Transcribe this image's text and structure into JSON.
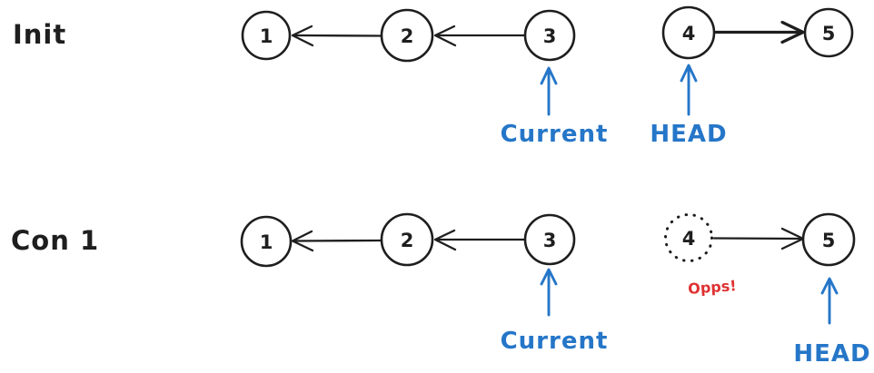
{
  "diagram_title": "linked-list-reversal-states",
  "colors": {
    "ink": "#1e1e1e",
    "pointer_blue": "#2576c8",
    "error_red": "#e03131",
    "background": "#ffffff"
  },
  "rows": [
    {
      "label": "Init",
      "nodes": [
        {
          "value": "1",
          "style": "solid"
        },
        {
          "value": "2",
          "style": "solid"
        },
        {
          "value": "3",
          "style": "solid"
        },
        {
          "value": "4",
          "style": "solid"
        },
        {
          "value": "5",
          "style": "solid"
        }
      ],
      "links": [
        {
          "from": "2",
          "to": "1",
          "direction": "left"
        },
        {
          "from": "3",
          "to": "2",
          "direction": "left"
        },
        {
          "from": "4",
          "to": "5",
          "direction": "right"
        }
      ],
      "pointers": [
        {
          "label": "Current",
          "points_to": "3"
        },
        {
          "label": "HEAD",
          "points_to": "4"
        }
      ]
    },
    {
      "label": "Con 1",
      "nodes": [
        {
          "value": "1",
          "style": "solid"
        },
        {
          "value": "2",
          "style": "solid"
        },
        {
          "value": "3",
          "style": "solid"
        },
        {
          "value": "4",
          "style": "dotted"
        },
        {
          "value": "5",
          "style": "solid"
        }
      ],
      "links": [
        {
          "from": "2",
          "to": "1",
          "direction": "left"
        },
        {
          "from": "3",
          "to": "2",
          "direction": "left"
        },
        {
          "from": "4",
          "to": "5",
          "direction": "right"
        }
      ],
      "pointers": [
        {
          "label": "Current",
          "points_to": "3"
        },
        {
          "label": "HEAD",
          "points_to": "5"
        }
      ],
      "annotation": {
        "text": "Opps!",
        "attached_to": "4"
      }
    }
  ]
}
